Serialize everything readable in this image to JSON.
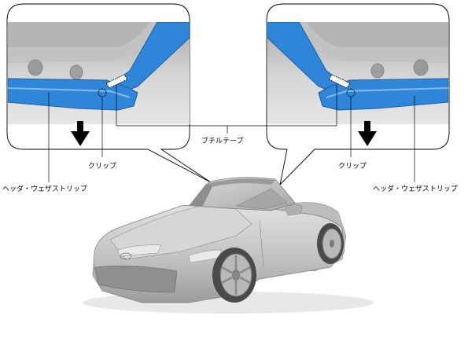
{
  "labels": {
    "butyl_tape": "ブチルテープ",
    "clip_left": "クリップ",
    "clip_right": "クリップ",
    "header_weatherstrip_left": "ヘッダ・ウェザストリップ",
    "header_weatherstrip_right": "ヘッダ・ウェザストリップ"
  },
  "colors": {
    "weatherstrip_blue": "#2f86d8",
    "weatherstrip_dark": "#1a5fa8",
    "panel_gray": "#c9c9c9",
    "car_gray": "#bdbdbd",
    "callout_border": "#000000"
  },
  "icons": {
    "direction_arrow": "down-arrow-icon",
    "clip_marker": "dashed-circle-icon"
  }
}
